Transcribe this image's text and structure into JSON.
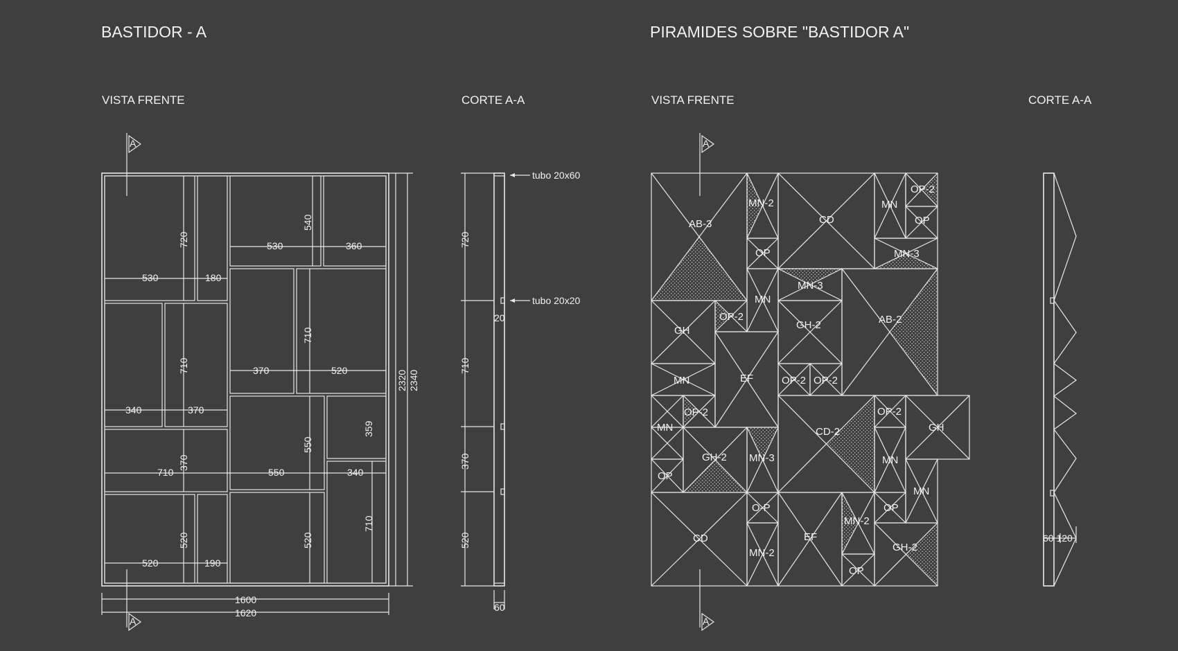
{
  "left": {
    "title": "BASTIDOR - A",
    "front_title": "VISTA FRENTE",
    "section_title": "CORTE A-A",
    "section_mark": "A",
    "dims": {
      "d720": "720",
      "d540": "540",
      "d530a": "530",
      "d360": "360",
      "d530b": "530",
      "d180": "180",
      "d710a": "710",
      "d710b": "710",
      "d370a": "370",
      "d520a": "520",
      "d340a": "340",
      "d370b": "370",
      "d359": "359",
      "d550a": "550",
      "d370c": "370",
      "d710c": "710",
      "d550b": "550",
      "d340b": "340",
      "d710d": "710",
      "d520b": "520",
      "d520c": "520",
      "d520d": "520",
      "d190": "190",
      "d2320": "2320",
      "d2340": "2340",
      "d1600": "1600",
      "d1620": "1620"
    },
    "section": {
      "tube_a": "tubo 20x60",
      "tube_b": "tubo 20x20",
      "d20": "20",
      "s720": "720",
      "s710": "710",
      "s370": "370",
      "s520": "520",
      "s60": "60"
    }
  },
  "right": {
    "title": "PIRAMIDES SOBRE \"BASTIDOR  A\"",
    "front_title": "VISTA FRENTE",
    "section_title": "CORTE A-A",
    "section_mark": "A",
    "labels": {
      "ab3": "AB-3",
      "mn2a": "MN-2",
      "cd1": "CD",
      "mn1": "MN",
      "op2a": "OP-2",
      "op1": "OP",
      "op2": "OP",
      "mn3a": "MN-3",
      "mn3b": "MN-3",
      "mn2": "MN",
      "ab2": "AB-2",
      "gh1": "GH",
      "op2b": "OP-2",
      "gh2a": "GH-2",
      "ef1": "EF",
      "mn3": "MN",
      "op2c": "OP-2",
      "op2d": "OP-2",
      "cd2": "CD-2",
      "op2e": "OP-2",
      "mn4": "MN",
      "op2f": "OP-2",
      "gh2": "GH",
      "gh2b": "GH-2",
      "mn3c": "MN-3",
      "mn5": "MN",
      "op3": "OP",
      "mn6": "MN",
      "cd3": "CD",
      "op4": "O-P",
      "ef2": "EF",
      "mn2b": "MN-2",
      "op5": "OP",
      "mn2c": "MN-2",
      "gh2c": "GH-2",
      "op6": "OP"
    },
    "section_dim": "60 120"
  }
}
